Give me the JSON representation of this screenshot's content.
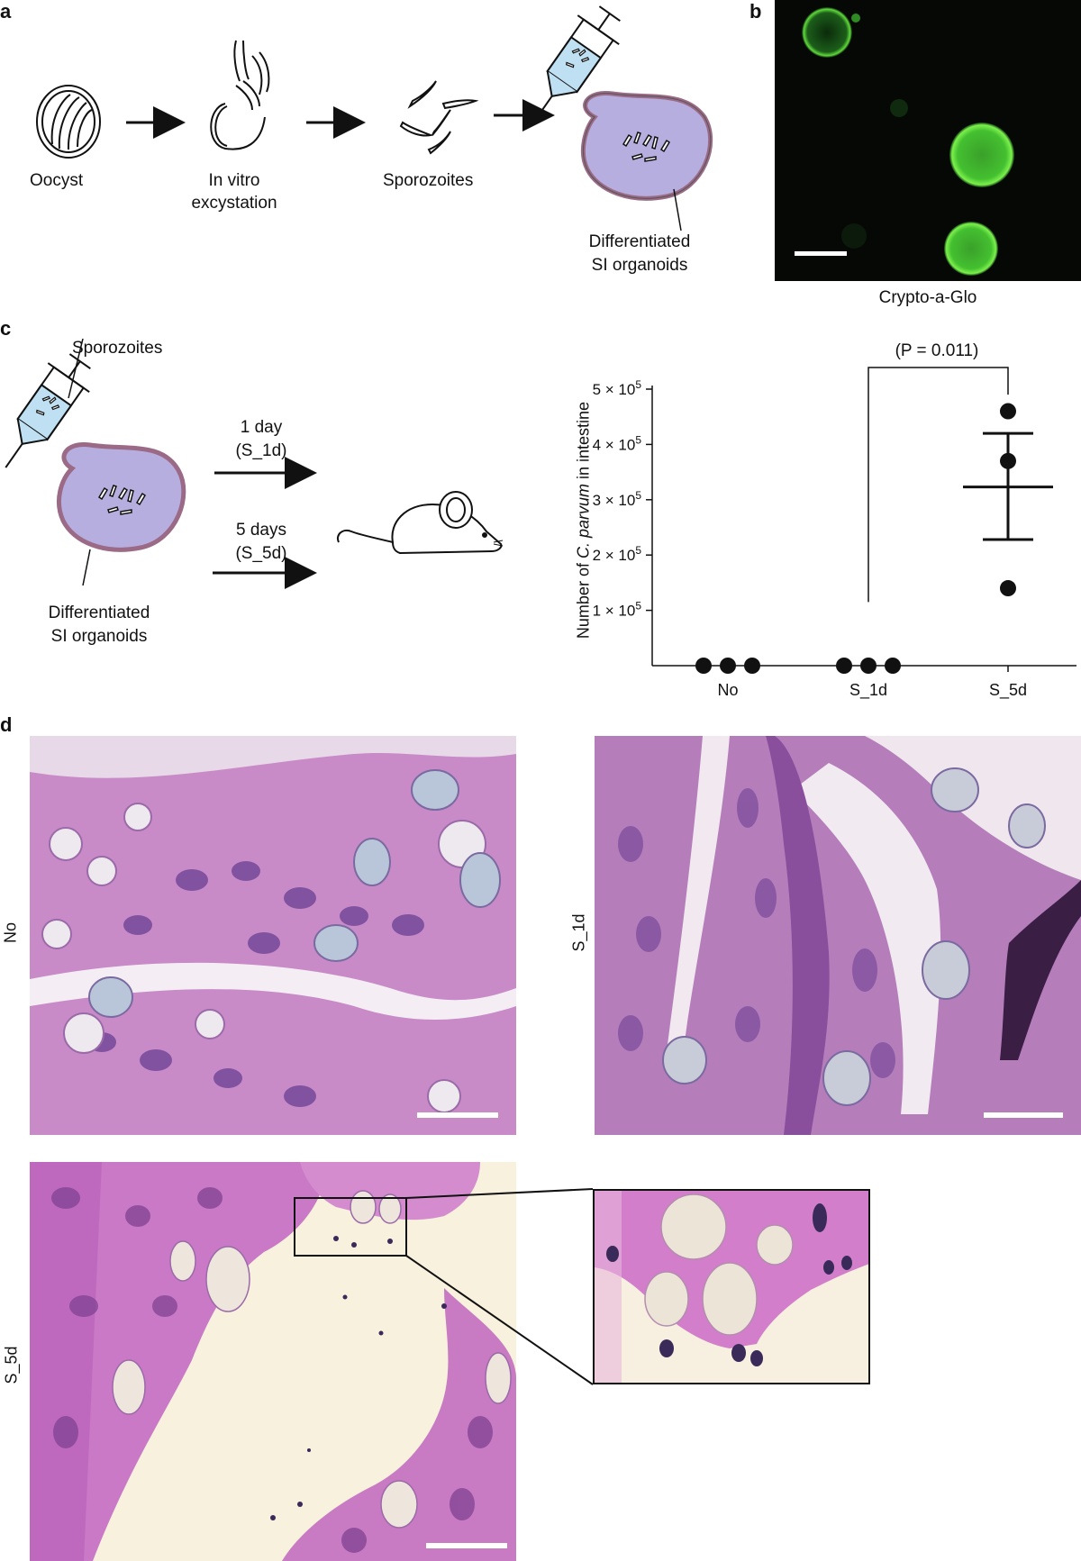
{
  "panels": {
    "a": "a",
    "b": "b",
    "c": "c",
    "d": "d"
  },
  "panel_a": {
    "oocyst": "Oocyst",
    "excystation_l1": "In vitro",
    "excystation_l2": "excystation",
    "sporozoites": "Sporozoites",
    "organoids_l1": "Differentiated",
    "organoids_l2": "SI organoids"
  },
  "panel_b": {
    "stain_label": "Crypto-a-Glo",
    "stain_color": "#6cc417"
  },
  "panel_c_schematic": {
    "sporozoites": "Sporozoites",
    "day1_l1": "1 day",
    "day1_l2": "(S_1d)",
    "day5_l1": "5 days",
    "day5_l2": "(S_5d)",
    "organoids_l1": "Differentiated",
    "organoids_l2": "SI organoids"
  },
  "chart_data": {
    "type": "scatter",
    "ylabel_prefix": "Number of ",
    "ylabel_italic": "C. parvum",
    "ylabel_suffix": " in intestine",
    "categories": [
      "No",
      "S_1d",
      "S_5d"
    ],
    "yticks": [
      "1 × 10",
      "2 × 10",
      "3 × 10",
      "4 × 10",
      "5 × 10"
    ],
    "ytick_exp": "5",
    "ylim": [
      0,
      500000
    ],
    "points": {
      "No": [
        0,
        0,
        0
      ],
      "S_1d": [
        0,
        0,
        0
      ],
      "S_5d": [
        460000,
        370000,
        140000
      ]
    },
    "mean_S_5d": 323000,
    "sem_S_5d": [
      228000,
      420000
    ],
    "significance": "(P = 0.011)"
  },
  "panel_d": {
    "no_label": "No",
    "s1d_label": "S_1d",
    "s5d_label": "S_5d"
  }
}
